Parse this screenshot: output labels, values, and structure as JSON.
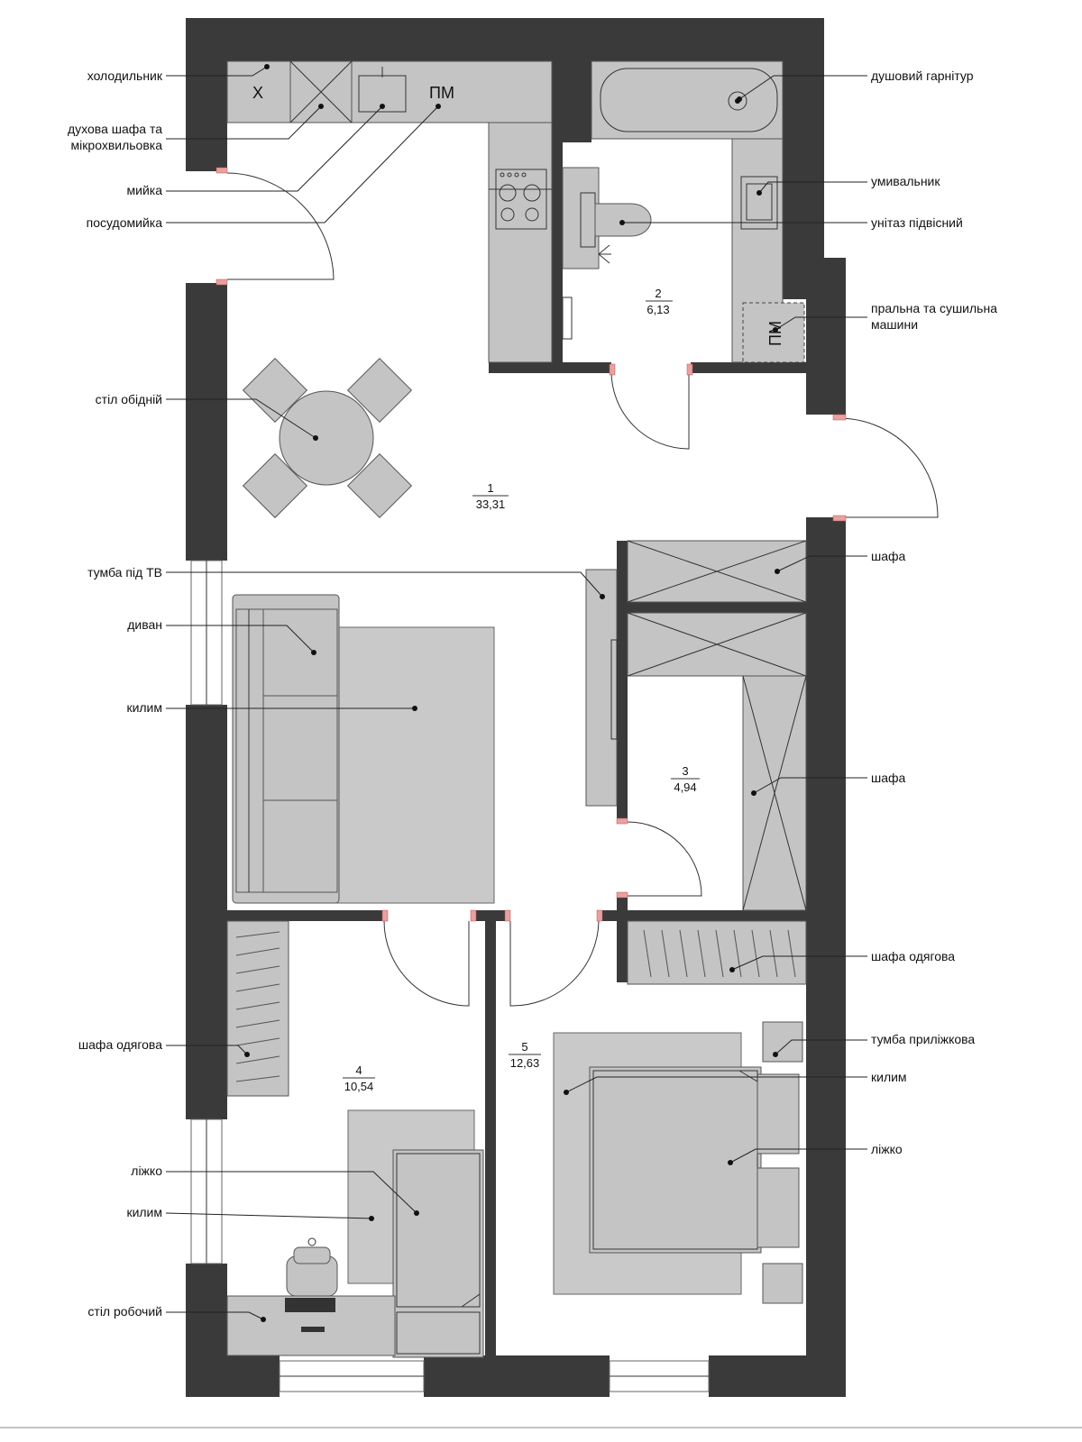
{
  "rooms": [
    {
      "number": "1",
      "area": "33,31"
    },
    {
      "number": "2",
      "area": "6,13"
    },
    {
      "number": "3",
      "area": "4,94"
    },
    {
      "number": "4",
      "area": "10,54"
    },
    {
      "number": "5",
      "area": "12,63"
    }
  ],
  "appliance_marks": {
    "fridge": "Х",
    "dishwasher_top": "ПМ",
    "washer_bath": "ПМ"
  },
  "labels_left": [
    "холодильник",
    "духова шафа та",
    "мікрохвильовка",
    "мийка",
    "посудомийка",
    "стіл обідній",
    "тумба під ТВ",
    "диван",
    "килим",
    "шафа одягова",
    "ліжко",
    "килим",
    "стіл робочий"
  ],
  "labels_right": [
    "душовий гарнітур",
    "умивальник",
    "унітаз підвісний",
    "пральна та сушильна",
    "машини",
    "шафа",
    "шафа",
    "шафа одягова",
    "тумба приліжкова",
    "килим",
    "ліжко"
  ],
  "colors": {
    "wall": "#3a3a3a",
    "furniture": "#c4c4c4",
    "door_jamb": "#e8a0a0"
  }
}
